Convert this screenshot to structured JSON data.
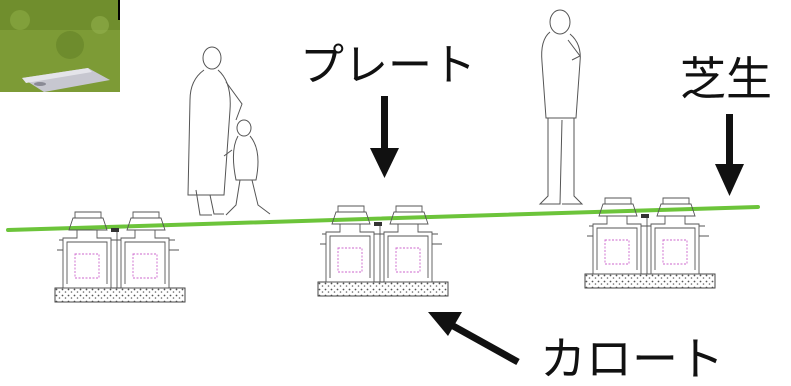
{
  "labels": {
    "plate": "プレート",
    "grass": "芝生",
    "karoto": "カロート"
  },
  "colors": {
    "grass_line": "#6cc43a",
    "arrow": "#111111",
    "outline": "#555555",
    "accent_pink": "#cc66cc",
    "photo_grass": "#7a9a35",
    "photo_stone": "#b9b9c2"
  },
  "icons": {
    "photo": "grass-photo",
    "arrows": [
      "arrow-down-icon",
      "arrow-down-icon",
      "arrow-up-left-icon"
    ],
    "people": [
      "woman-with-child-figure",
      "standing-person-figure"
    ],
    "units": [
      "grave-unit",
      "grave-unit",
      "grave-unit"
    ]
  }
}
